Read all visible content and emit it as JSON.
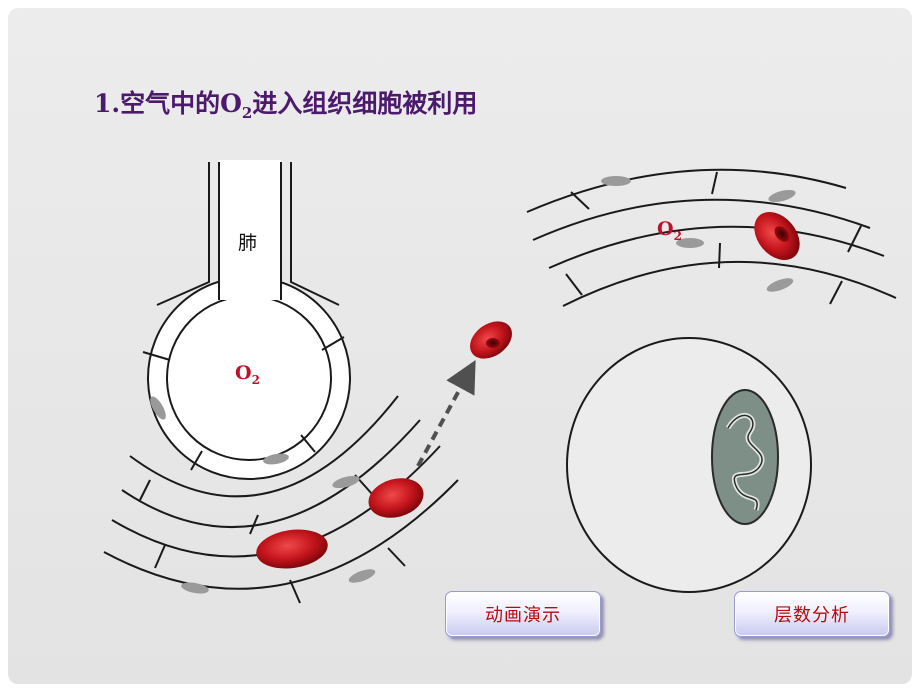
{
  "title": {
    "prefix": "1.空气中的O",
    "sub": "2",
    "suffix": "进入组织细胞被利用"
  },
  "labels": {
    "lung": "肺",
    "o2_alveolus": {
      "main": "O",
      "sub": "2"
    },
    "o2_capillary": {
      "main": "O",
      "sub": "2"
    }
  },
  "buttons": {
    "demo": "动画演示",
    "layers": "层数分析"
  },
  "colors": {
    "title": "#4b1a6d",
    "o2_label": "#c0102b",
    "blood_cell": "#c4141c",
    "button_text": "#b50c0c"
  }
}
